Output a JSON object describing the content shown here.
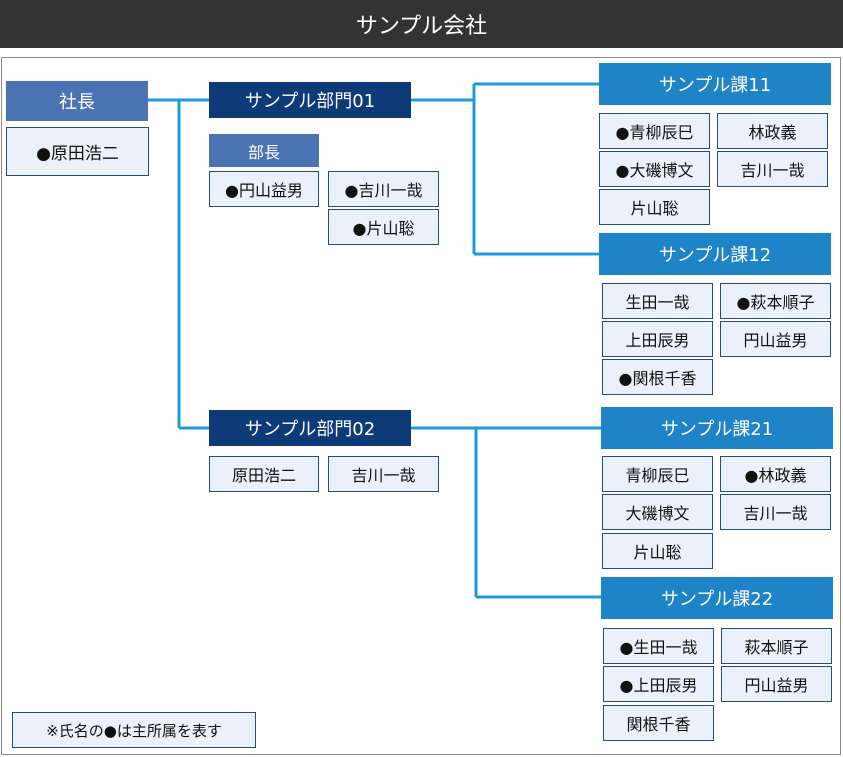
{
  "title": "サンプル会社",
  "president": {
    "label": "社長",
    "name": "●原田浩二"
  },
  "dept01": {
    "label": "サンプル部門01",
    "manager_label": "部長",
    "members": [
      "●円山益男",
      "●吉川一哉",
      "●片山聡"
    ]
  },
  "dept02": {
    "label": "サンプル部門02",
    "members": [
      "原田浩二",
      "吉川一哉"
    ]
  },
  "sec11": {
    "label": "サンプル課11",
    "members": [
      "●青柳辰巳",
      "林政義",
      "●大磯博文",
      "吉川一哉",
      "片山聡"
    ]
  },
  "sec12": {
    "label": "サンプル課12",
    "members": [
      "生田一哉",
      "●萩本順子",
      "上田辰男",
      "円山益男",
      "●関根千香"
    ]
  },
  "sec21": {
    "label": "サンプル課21",
    "members": [
      "青柳辰巳",
      "●林政義",
      "大磯博文",
      "吉川一哉",
      "片山聡"
    ]
  },
  "sec22": {
    "label": "サンプル課22",
    "members": [
      "●生田一哉",
      "萩本順子",
      "●上田辰男",
      "円山益男",
      "関根千香"
    ]
  },
  "note": "※氏名の●は主所属を表す",
  "colors": {
    "titlebar": "#333333",
    "connector": "#1e9bd7",
    "dept": "#0f3a78",
    "section": "#1e83c7",
    "president": "#4a73b4",
    "member_bg": "#eaf1fb"
  }
}
